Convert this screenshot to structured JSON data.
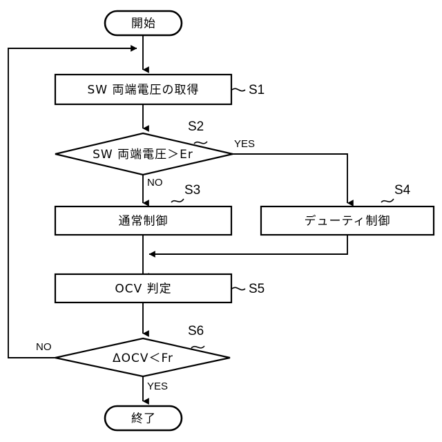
{
  "diagram": {
    "type": "flowchart",
    "title": "",
    "language": "ja",
    "background_color": "#ffffff",
    "line_color": "#000000",
    "nodes": [
      {
        "id": "start",
        "shape": "terminal",
        "label": "開始",
        "step": ""
      },
      {
        "id": "s1",
        "shape": "process",
        "label": "SW 両端電圧の取得",
        "step": "S1"
      },
      {
        "id": "s2",
        "shape": "decision",
        "label": "SW 両端電圧＞Er",
        "step": "S2"
      },
      {
        "id": "s3",
        "shape": "process",
        "label": "通常制御",
        "step": "S3"
      },
      {
        "id": "s4",
        "shape": "process",
        "label": "デューティ制御",
        "step": "S4"
      },
      {
        "id": "s5",
        "shape": "process",
        "label": "OCV 判定",
        "step": "S5"
      },
      {
        "id": "s6",
        "shape": "decision",
        "label": "ΔOCV＜Fr",
        "step": "S6"
      },
      {
        "id": "end",
        "shape": "terminal",
        "label": "終了",
        "step": ""
      }
    ],
    "branch_labels": {
      "s2_yes": "YES",
      "s2_no": "NO",
      "s6_yes": "YES",
      "s6_no": "NO"
    },
    "edges": [
      {
        "from": "start",
        "to": "s1",
        "label": ""
      },
      {
        "from": "s1",
        "to": "s2",
        "label": ""
      },
      {
        "from": "s2",
        "to": "s3",
        "label": "NO"
      },
      {
        "from": "s2",
        "to": "s4",
        "label": "YES"
      },
      {
        "from": "s3",
        "to": "s5",
        "label": ""
      },
      {
        "from": "s4",
        "to": "s5",
        "label": ""
      },
      {
        "from": "s5",
        "to": "s6",
        "label": ""
      },
      {
        "from": "s6",
        "to": "end",
        "label": "YES"
      },
      {
        "from": "s6",
        "to": "s1",
        "label": "NO"
      }
    ]
  }
}
